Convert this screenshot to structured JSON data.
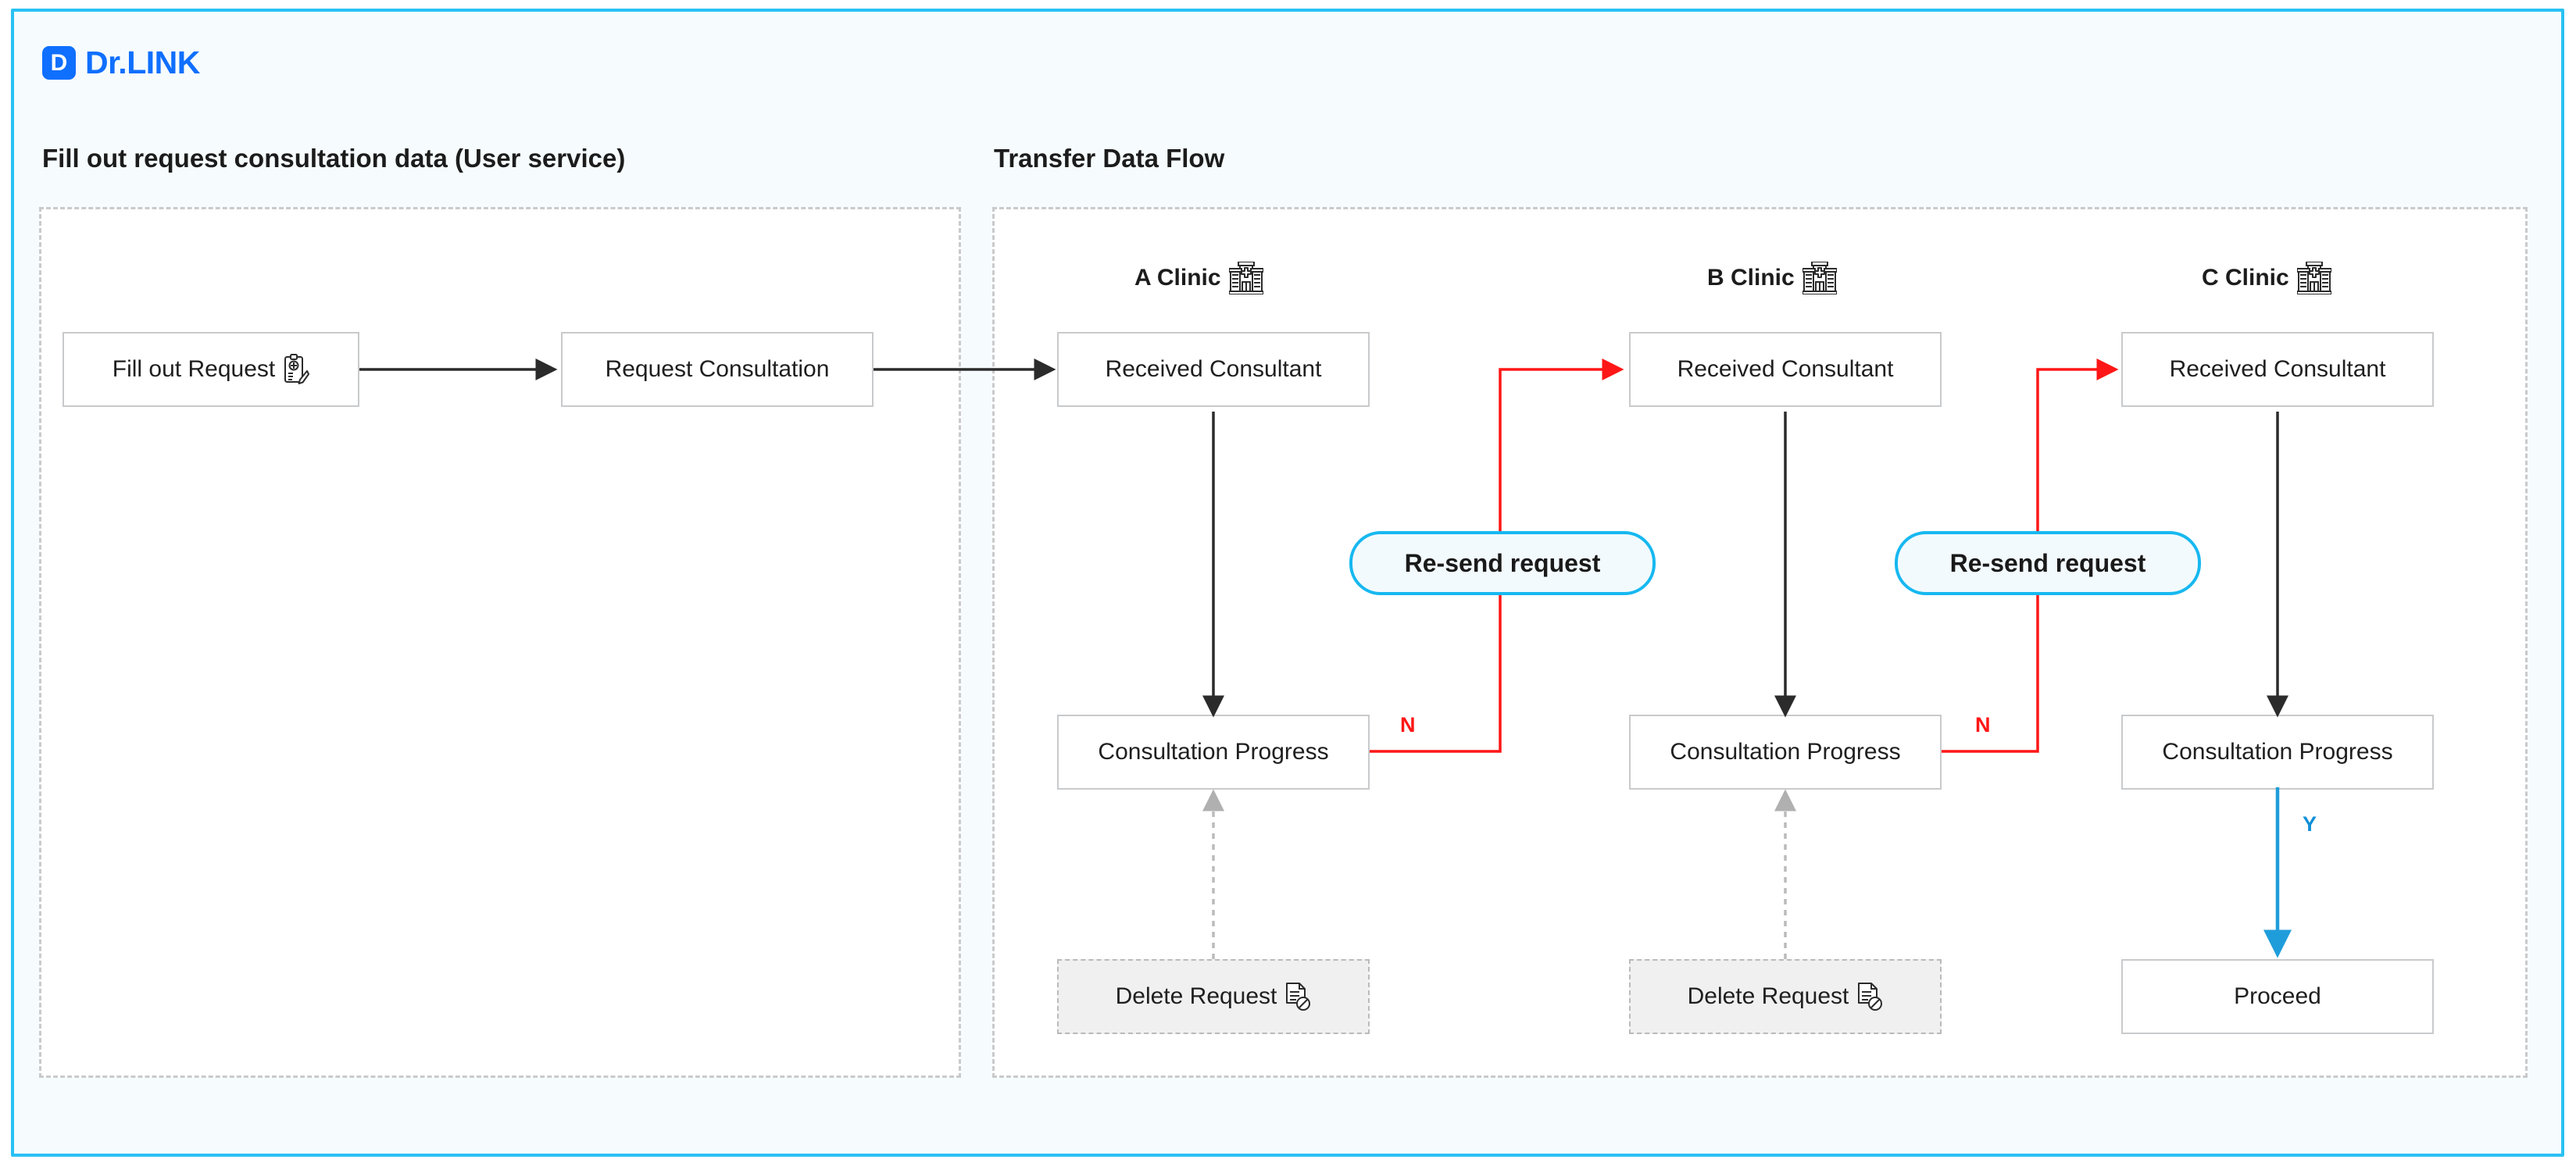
{
  "brand": {
    "badge_letter": "D",
    "name": "Dr.LINK",
    "accent_color": "#0f6fff"
  },
  "sections": {
    "left_heading": "Fill out request consultation data (User service)",
    "right_heading": "Transfer Data Flow"
  },
  "left_flow": {
    "nodes": [
      {
        "label": "Fill out Request",
        "icon": "clipboard-form-icon"
      },
      {
        "label": "Request Consultation",
        "icon": ""
      }
    ]
  },
  "clinics": [
    {
      "title": "A Clinic",
      "icon": "hospital-building-icon",
      "received": "Received Consultant",
      "progress": "Consultation Progress",
      "terminal": "Delete Request",
      "terminal_icon": "document-delete-icon",
      "branch_label": "N",
      "branch_color": "#ff1616"
    },
    {
      "title": "B Clinic",
      "icon": "hospital-building-icon",
      "received": "Received Consultant",
      "progress": "Consultation Progress",
      "terminal": "Delete Request",
      "terminal_icon": "document-delete-icon",
      "branch_label": "N",
      "branch_color": "#ff1616"
    },
    {
      "title": "C Clinic",
      "icon": "hospital-building-icon",
      "received": "Received Consultant",
      "progress": "Consultation Progress",
      "terminal": "Proceed",
      "terminal_icon": "",
      "branch_label": "Y",
      "branch_color": "#0f8fd8"
    }
  ],
  "resend_buttons": [
    {
      "label": "Re-send request"
    },
    {
      "label": "Re-send request"
    }
  ],
  "colors": {
    "frame_border": "#29c1f4",
    "frame_fill": "#f6fcfe",
    "panel_border": "#c9cacc",
    "node_border": "#c9cacc",
    "red_path": "#ff1616",
    "blue_path": "#1f9ddb",
    "black_path": "#2b2b2b",
    "gray_dashed": "#bbbbbb",
    "pill_border": "#17b8f0"
  }
}
